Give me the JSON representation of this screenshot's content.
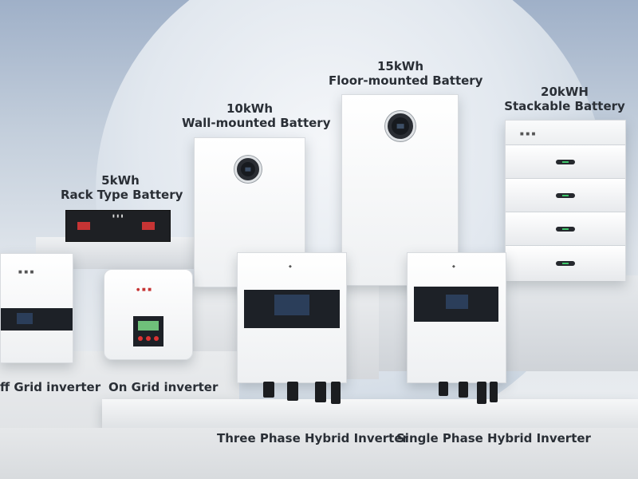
{
  "products": [
    {
      "id": "rack",
      "capacity": "5kWh",
      "name": "Rack Type Battery"
    },
    {
      "id": "wall",
      "capacity": "10kWh",
      "name": "Wall-mounted Battery"
    },
    {
      "id": "floor",
      "capacity": "15kWh",
      "name": "Floor-mounted Battery"
    },
    {
      "id": "stack",
      "capacity": "20kWH",
      "name": "Stackable Battery"
    }
  ],
  "inverters": [
    {
      "id": "offgrid",
      "name": "ff Grid inverter"
    },
    {
      "id": "ongrid",
      "name": "On Grid inverter"
    },
    {
      "id": "three",
      "name": "Three Phase Hybrid Inverter"
    },
    {
      "id": "single",
      "name": "Single Phase Hybrid Inverter"
    }
  ],
  "colors": {
    "indicator": "#3fc66b",
    "accent": "#c63434",
    "screen": "#1d2127"
  }
}
